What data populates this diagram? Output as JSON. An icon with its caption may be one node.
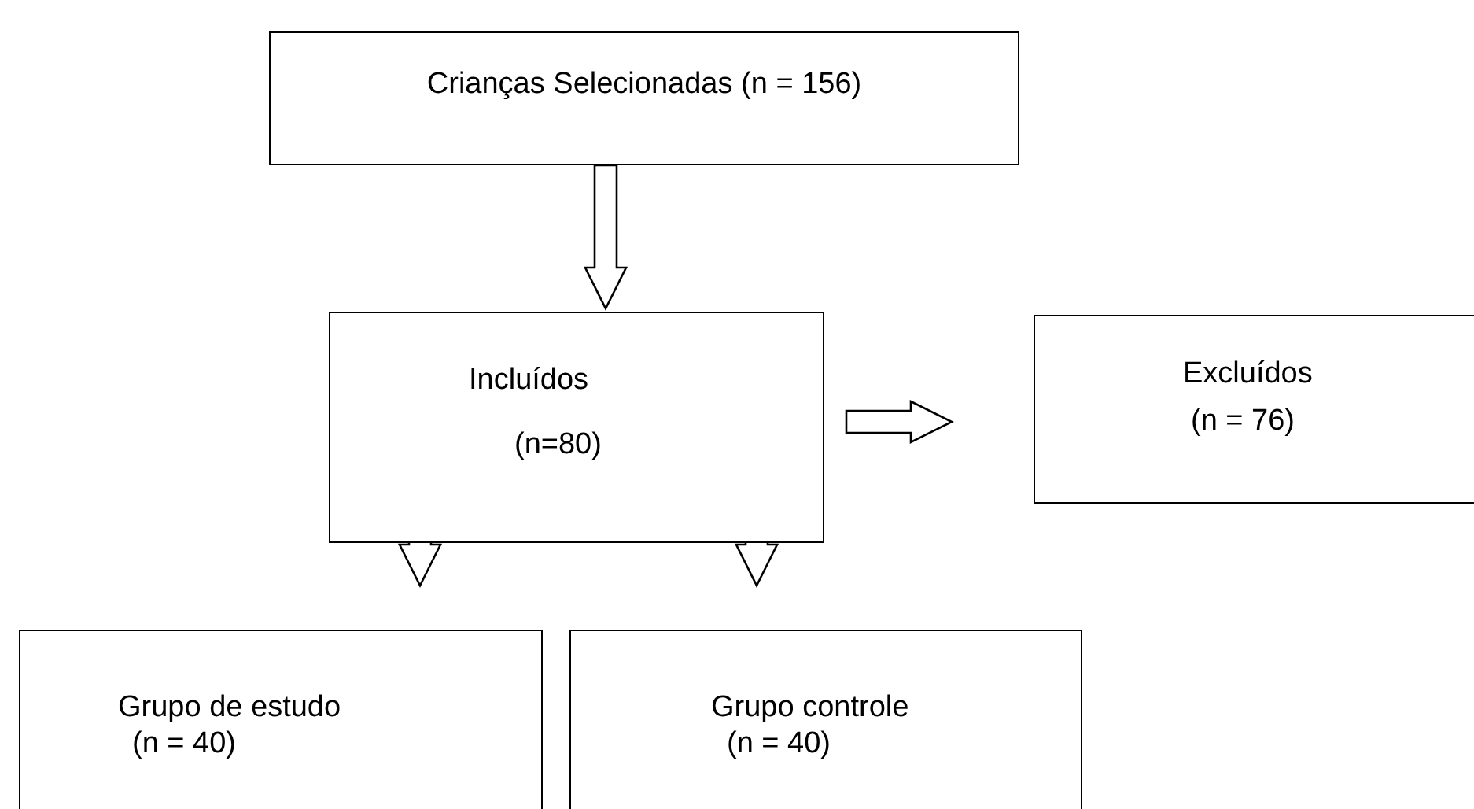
{
  "diagram": {
    "nodes": [
      {
        "text": [
          "Crianças Selecionadas (n = 156)"
        ]
      },
      {
        "text": [
          "Incluídos",
          "(n=80)"
        ]
      },
      {
        "text": [
          "Excluídos",
          "(n = 76)"
        ]
      },
      {
        "text": [
          "Grupo de estudo",
          "(n = 40)"
        ]
      },
      {
        "text": [
          "Grupo controle",
          "(n = 40)"
        ]
      }
    ],
    "edges": [
      {
        "from": 0,
        "to": 1,
        "arrow": "to"
      },
      {
        "from": 1,
        "to": 2,
        "arrow": "to"
      },
      {
        "from": 1,
        "to": 3,
        "arrow": "to"
      },
      {
        "from": 1,
        "to": 4,
        "arrow": "to"
      }
    ]
  }
}
